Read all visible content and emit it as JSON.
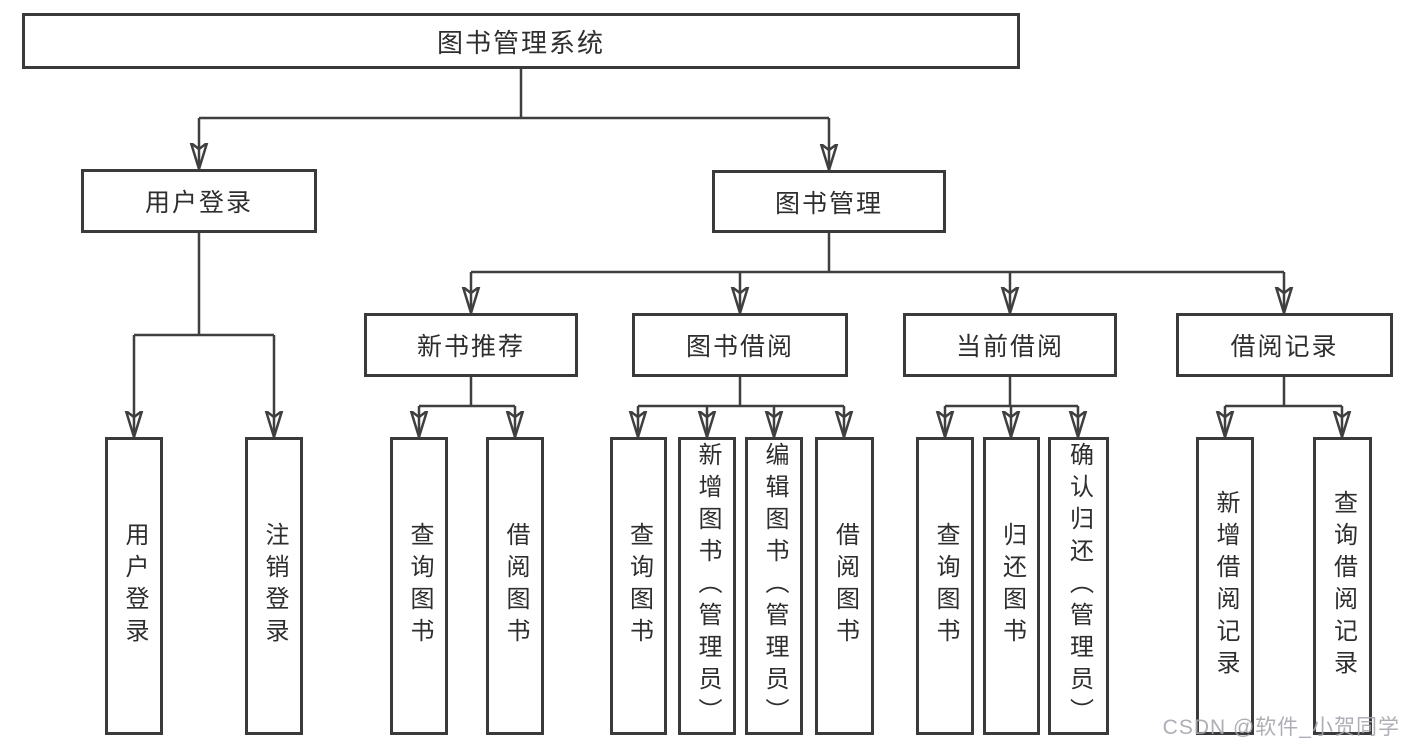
{
  "tree": {
    "root": {
      "label": "图书管理系统"
    },
    "branches": [
      {
        "label": "用户登录",
        "children": [
          {
            "label": "用户登录"
          },
          {
            "label": "注销登录"
          }
        ]
      },
      {
        "label": "图书管理",
        "children": [
          {
            "label": "新书推荐",
            "children": [
              {
                "label": "查询图书"
              },
              {
                "label": "借阅图书"
              }
            ]
          },
          {
            "label": "图书借阅",
            "children": [
              {
                "label": "查询图书"
              },
              {
                "label": "新增图书（管理员）"
              },
              {
                "label": "编辑图书（管理员）"
              },
              {
                "label": "借阅图书"
              }
            ]
          },
          {
            "label": "当前借阅",
            "children": [
              {
                "label": "查询图书"
              },
              {
                "label": "归还图书"
              },
              {
                "label": "确认归还（管理员）"
              }
            ]
          },
          {
            "label": "借阅记录",
            "children": [
              {
                "label": "新增借阅记录"
              },
              {
                "label": "查询借阅记录"
              }
            ]
          }
        ]
      }
    ]
  },
  "watermark": {
    "text": "CSDN @软件_小贺同学"
  },
  "colors": {
    "line": "#3f3f3f",
    "text": "#2e2e2e",
    "box_background": "#ffffff",
    "page_background": "#ffffff",
    "watermark": "#a5a5af"
  }
}
